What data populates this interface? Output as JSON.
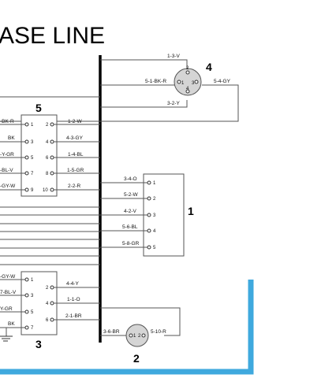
{
  "title": "ASE LINE",
  "colors": {
    "frame": "#3fa9de",
    "bus": "#000000",
    "wire": "#555555"
  },
  "connector4": {
    "number": "4",
    "pins": [
      "1",
      "2",
      "3",
      "4"
    ],
    "wires": [
      "1-3-V",
      "5-1-BK-R",
      "5-4-GY",
      "3-2-Y"
    ]
  },
  "connector5": {
    "number": "5",
    "left_wires": [
      "-BK-R",
      "BK",
      "-Y-GR",
      "-BL-V",
      "-GY-W"
    ],
    "right_wires": [
      "1-2-W",
      "4-3-GY",
      "1-4-BL",
      "1-5-GR",
      "2-2-R"
    ],
    "pins_left": [
      "1",
      "3",
      "5",
      "7",
      "9"
    ],
    "pins_right": [
      "2",
      "4",
      "6",
      "8",
      "10"
    ]
  },
  "connector1": {
    "number": "1",
    "wires": [
      "3-4-O",
      "5-2-W",
      "4-2-V",
      "5-6-BL",
      "5-8-GR"
    ],
    "pins": [
      "1",
      "2",
      "3",
      "4",
      "5"
    ]
  },
  "connector3": {
    "number": "3",
    "left_wires": [
      "-GY-W",
      "7-BL-V",
      "Y-GR",
      "BK"
    ],
    "right_wires": [
      "4-4-Y",
      "1-1-O",
      "2-1-BR"
    ],
    "pins_left": [
      "1",
      "3",
      "5",
      "7"
    ],
    "pins_right": [
      "2",
      "4",
      "6"
    ]
  },
  "connector2": {
    "number": "2",
    "wires": [
      "3-6-BR",
      "5-10-R"
    ],
    "pins": [
      "1",
      "2"
    ]
  }
}
